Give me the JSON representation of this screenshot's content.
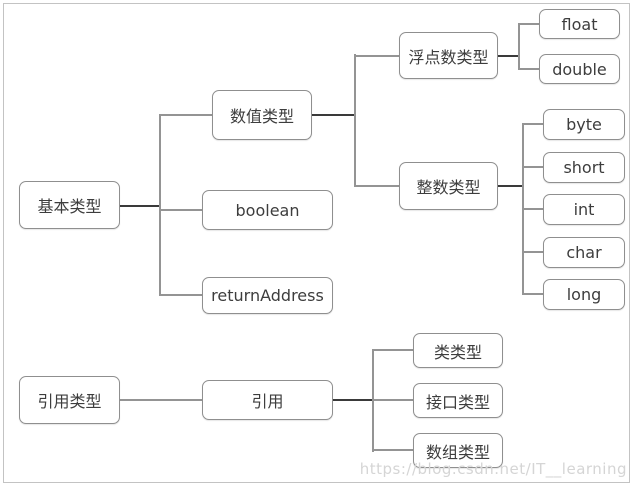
{
  "nodes": {
    "basic": {
      "label": "基本类型"
    },
    "numeric": {
      "label": "数值类型"
    },
    "boolean": {
      "label": "boolean"
    },
    "return_address": {
      "label": "returnAddress"
    },
    "float_group": {
      "label": "浮点数类型"
    },
    "integer_group": {
      "label": "整数类型"
    },
    "float": {
      "label": "float"
    },
    "double": {
      "label": "double"
    },
    "byte": {
      "label": "byte"
    },
    "short": {
      "label": "short"
    },
    "int": {
      "label": "int"
    },
    "char": {
      "label": "char"
    },
    "long": {
      "label": "long"
    },
    "reference": {
      "label": "引用类型"
    },
    "ref": {
      "label": "引用"
    },
    "class_type": {
      "label": "类类型"
    },
    "interface_type": {
      "label": "接口类型"
    },
    "array_type": {
      "label": "数组类型"
    }
  },
  "watermark": {
    "text": "https://blog.csdn.net/IT__learning"
  },
  "colors": {
    "background": "#ffffff",
    "frame_border": "#c3c3c3",
    "node_border": "#8f8f8f",
    "node_text": "#3d3d3d",
    "connector_gray": "#949494",
    "connector_dark": "#3a3a3a",
    "watermark_text": "#d5d5d5"
  }
}
